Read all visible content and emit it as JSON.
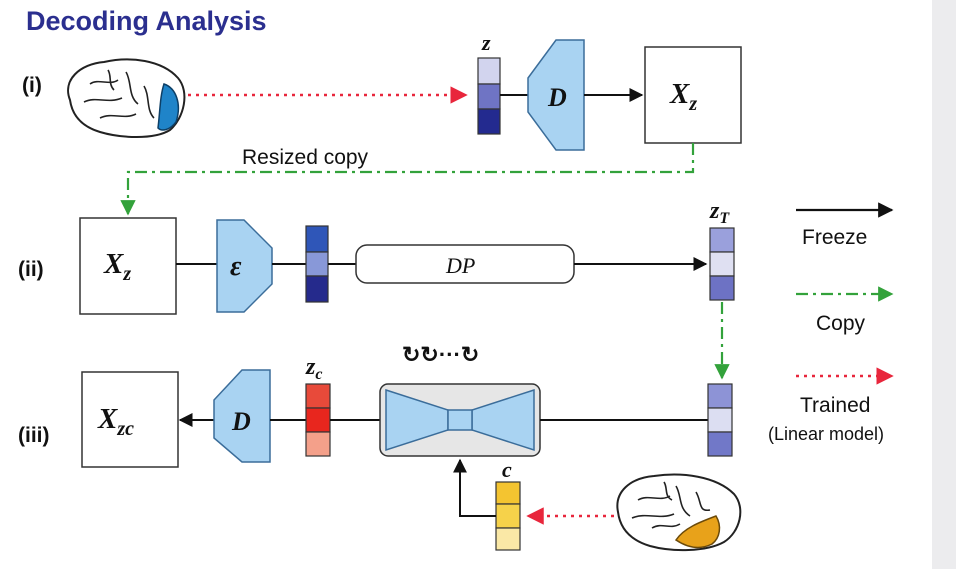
{
  "title": "Decoding Analysis",
  "rows": {
    "i": "(i)",
    "ii": "(ii)",
    "iii": "(iii)"
  },
  "labels": {
    "z": "z",
    "z_T": {
      "main": "z",
      "sub": "T"
    },
    "z_c": {
      "main": "z",
      "sub": "c"
    },
    "c": "c",
    "decoder": "D",
    "encoder": "ε",
    "dp": "DP",
    "resized_copy": "Resized copy",
    "x_z": {
      "main": "X",
      "sub": "z"
    },
    "x_zc": {
      "main": "X",
      "sub": "zc"
    },
    "loop": "↻↻···↻"
  },
  "legend": {
    "freeze": "Freeze",
    "copy": "Copy",
    "trained": "Trained",
    "trained_note": "(Linear model)"
  },
  "colors": {
    "title": "#2b2f8f",
    "module_fill": "#a9d3f2",
    "module_stroke": "#3b6d9a",
    "red_arrow": "#e8263c",
    "green_arrow": "#33a23b",
    "brain_highlight_blue": "#1f84c9",
    "brain_highlight_orange": "#e8a21a"
  }
}
